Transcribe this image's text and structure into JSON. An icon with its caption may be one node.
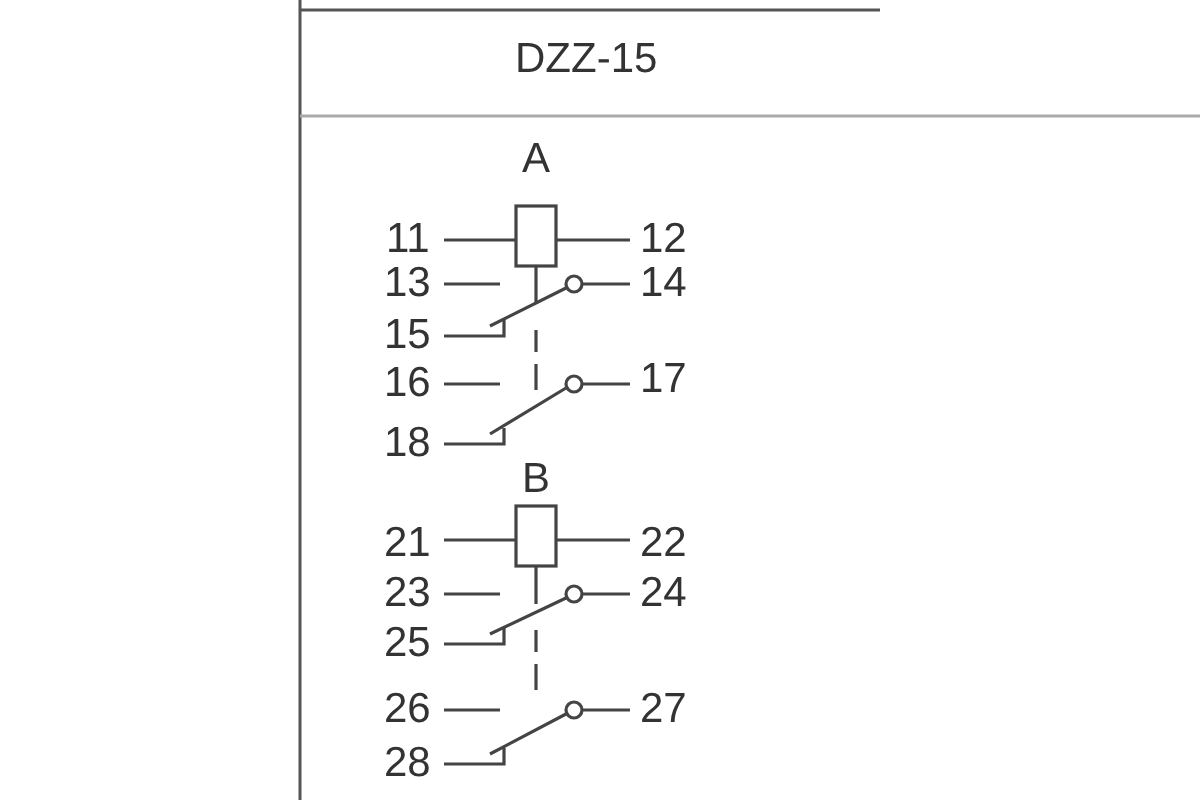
{
  "diagram": {
    "labels": [
      "DZZ-15",
      "A",
      "11",
      "12",
      "13",
      "14",
      "15",
      "16",
      "17",
      "18",
      "B",
      "21",
      "22",
      "23",
      "24",
      "25",
      "26",
      "27",
      "28"
    ]
  }
}
